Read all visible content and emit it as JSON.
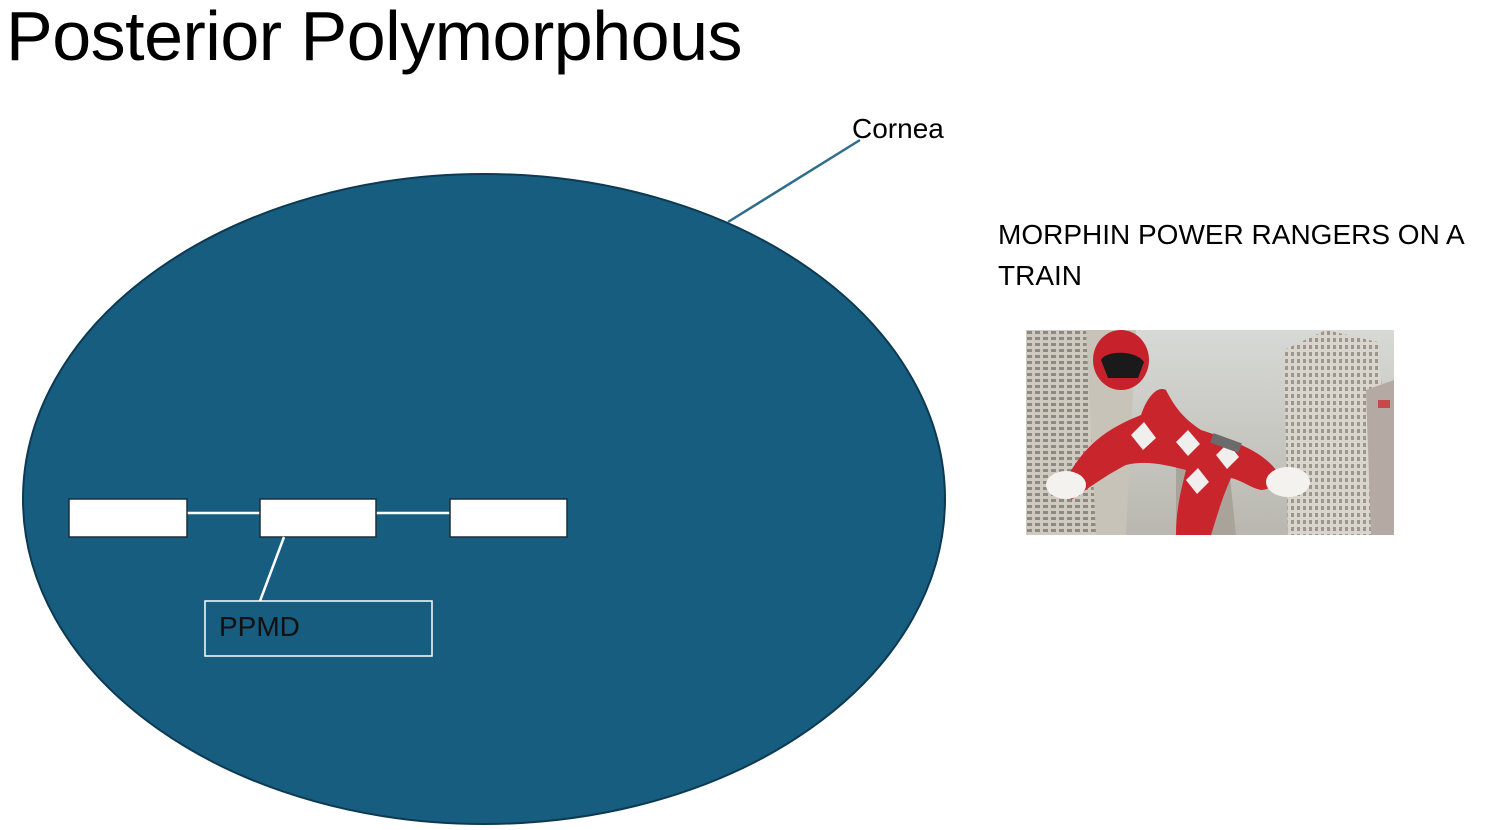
{
  "title": "Posterior Polymorphous",
  "diagram": {
    "cornea_label": "Cornea",
    "ppmd_label": "PPMD",
    "colors": {
      "cornea_fill": "#175d80",
      "cornea_outline": "#0d3a52",
      "leader_line": "#2e6d8e",
      "cell_box": "#ffffff"
    }
  },
  "sidebar": {
    "caption": "MORPHIN POWER RANGERS ON A TRAIN",
    "photo_subject": "red-power-ranger-photo"
  }
}
